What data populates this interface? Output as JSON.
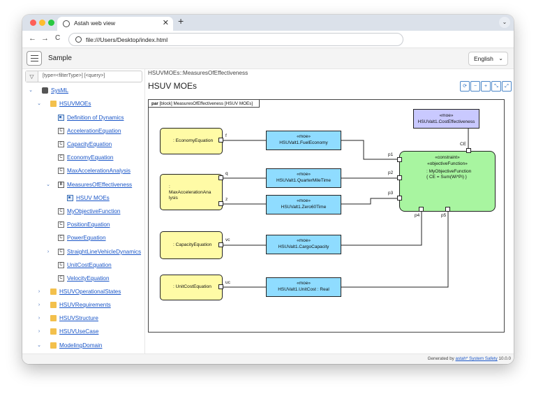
{
  "browser": {
    "tab_title": "Astah web view",
    "tab_close": "✕",
    "new_tab": "+",
    "tab_menu": "⌄",
    "back": "←",
    "forward": "→",
    "reload": "C",
    "url": "file:///Users/Desktop/index.html"
  },
  "colors": {
    "accent": "#1a56c8",
    "block_fill": "#fffba6",
    "moe_fill": "#8fdcff",
    "cost_fill": "#c9c9ff",
    "constraint_fill": "#a8f5a0"
  },
  "app": {
    "title": "Sample",
    "language": "English",
    "language_caret": "⌄",
    "filter_placeholder": "[type=<filterType>] [<query>]",
    "filter_icon": "funnel-icon"
  },
  "tree": {
    "root": "SysML",
    "hsuvmoes": "HSUVMOEs",
    "items": [
      "Definition of Dynamics",
      "AccelerationEquation",
      "CapacityEquation",
      "EconomyEquation",
      "MaxAccelerationAnalysis"
    ],
    "measures": "MeasuresOfEffectiveness",
    "hsuv_moes": "HSUV MOEs",
    "items2": [
      "MyObjectiveFunction",
      "PositionEquation",
      "PowerEquation",
      "StraightLineVehicleDynamics",
      "UnitCostEquation",
      "VelocityEquation"
    ],
    "packages": [
      "HSUVOperationalStates",
      "HSUVRequirements",
      "HSUVStructure",
      "HSUVUseCase",
      "ModelingDomain"
    ],
    "chev_down": "⌄",
    "chev_right": "›"
  },
  "main": {
    "breadcrumb": "HSUVMOEs::MeasuresOfEffectiveness",
    "title": "HSUV MOEs",
    "zoom_buttons": [
      "⟳",
      "−",
      "+",
      "⤡",
      "⤢"
    ]
  },
  "diagram": {
    "frame_kind": "par",
    "frame_label": " [block] MeasuresOfEffectiveness [HSUV MOEs]",
    "stereo_moe": "«moe»",
    "economy": ": EconomyEquation",
    "maxacc": [
      ":",
      "MaxAccelerationAna",
      "lysis"
    ],
    "capacity": ": CapacityEquation",
    "unitcost": ": UnitCostEquation",
    "fuel": "HSUValt1.FuelEconomy",
    "quarter": "HSUValt1.QuarterMileTime",
    "zero60": "HSUValt1.Zero60Time",
    "cargo": "HSUValt1.CargoCapacity",
    "unitcost_moe": "HSUValt1.UnitCost : Real",
    "cost_eff": "HSUValt1.CostEffectiveness",
    "constraint_stereo": "«constraint»",
    "objective_stereo": "«objectiveFunction»",
    "objective_name": ": MyObjectiveFunction",
    "objective_expr": "{ CE = Sum(Wi*Pi) }",
    "ports": {
      "f": "f",
      "q": "q",
      "z": "z",
      "vc": "vc",
      "uc": "uc",
      "p1": "p1",
      "p2": "p2",
      "p3": "p3",
      "p4": "p4",
      "p5": "p5",
      "ce": "CE"
    }
  },
  "footer": {
    "prefix": "Generated by ",
    "link": "astah* System Safety",
    "version": " 10.0.0"
  }
}
